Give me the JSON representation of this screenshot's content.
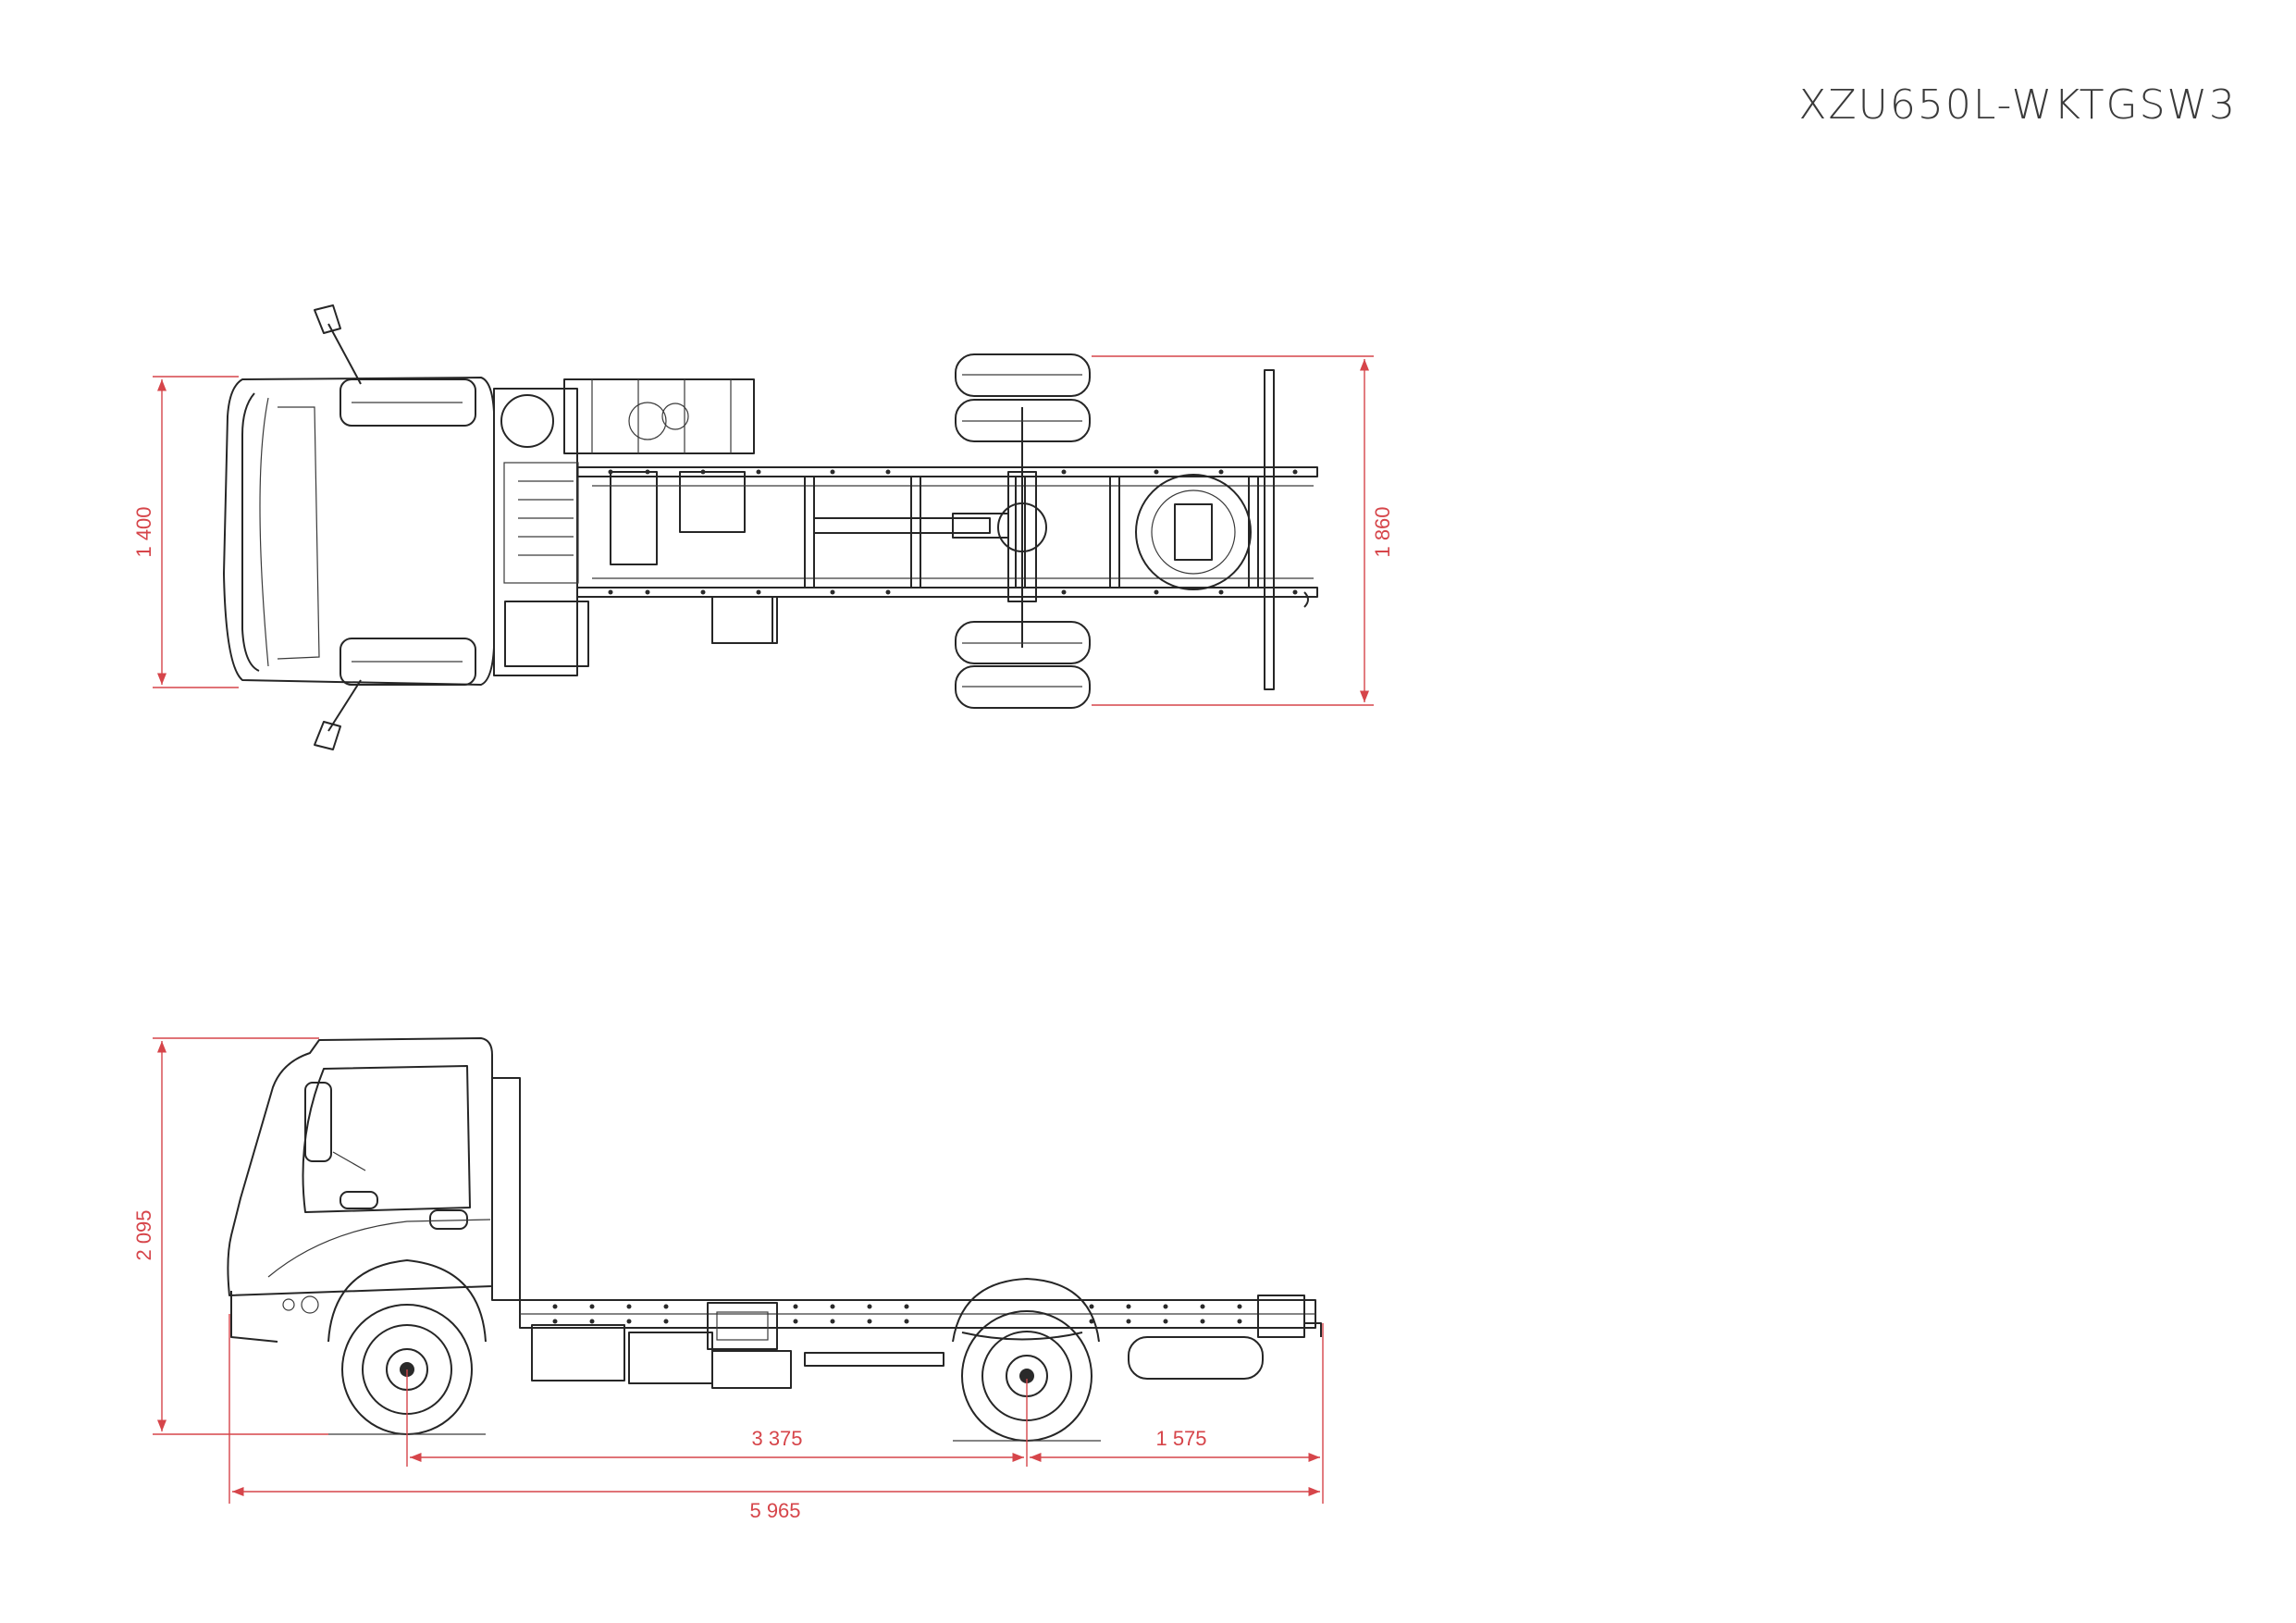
{
  "model_code": "XZU650L-WKTGSW3",
  "colors": {
    "line": "#262626",
    "dimension": "#d6454a",
    "title": "#3a3a3a"
  },
  "top_view": {
    "dimensions": {
      "cab_width": "1 400",
      "overall_width": "1 860"
    }
  },
  "side_view": {
    "dimensions": {
      "overall_height": "2 095",
      "wheelbase": "3 375",
      "rear_overhang": "1 575",
      "overall_length": "5 965"
    }
  }
}
